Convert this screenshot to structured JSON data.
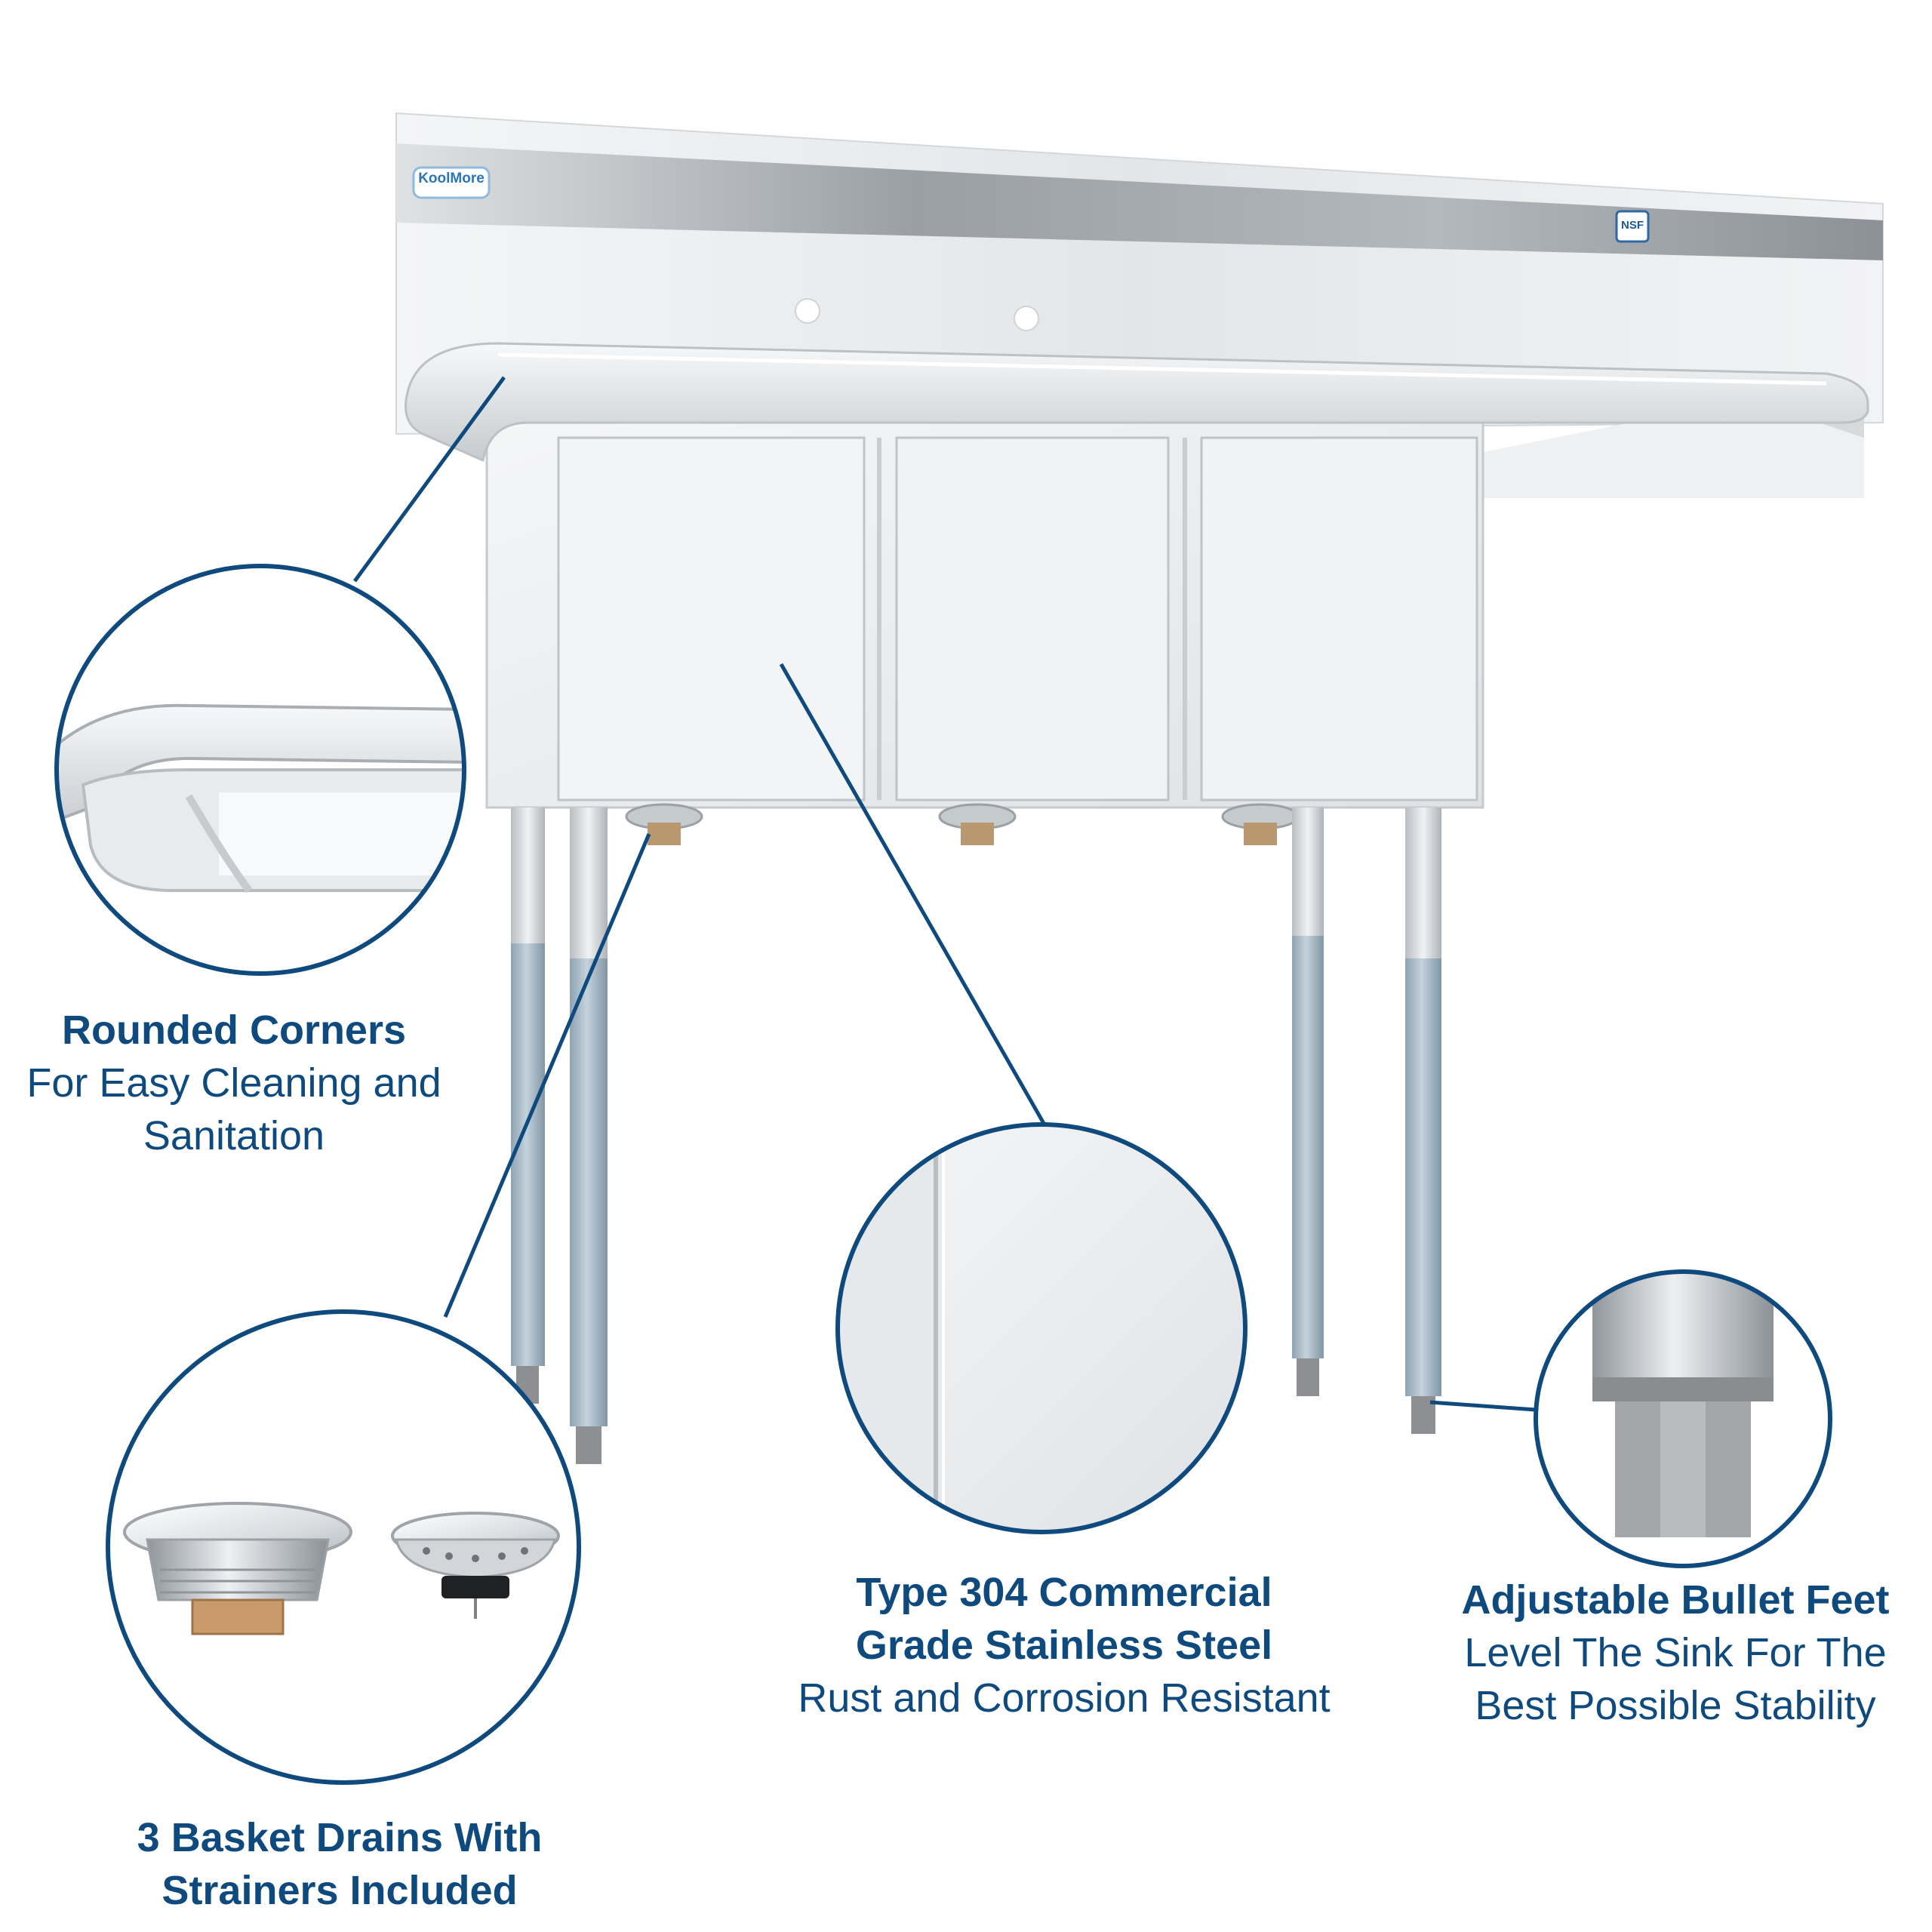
{
  "brand": {
    "logo": "KoolMore",
    "cert": "NSF"
  },
  "features": {
    "corners": {
      "title": "Rounded Corners",
      "line1": "For Easy Cleaning and",
      "line2": "Sanitation"
    },
    "drains": {
      "title1": "3 Basket Drains With",
      "title2": "Strainers Included"
    },
    "steel": {
      "title1": "Type 304 Commercial",
      "title2": "Grade Stainless Steel",
      "subtitle": "Rust and Corrosion Resistant"
    },
    "feet": {
      "title": "Adjustable Bullet Feet",
      "line1": "Level The Sink For The",
      "line2": "Best Possible Stability"
    }
  },
  "colors": {
    "accent": "#0f4a7e",
    "steel": "#c9ced3",
    "leg": "#9fb3c1"
  }
}
